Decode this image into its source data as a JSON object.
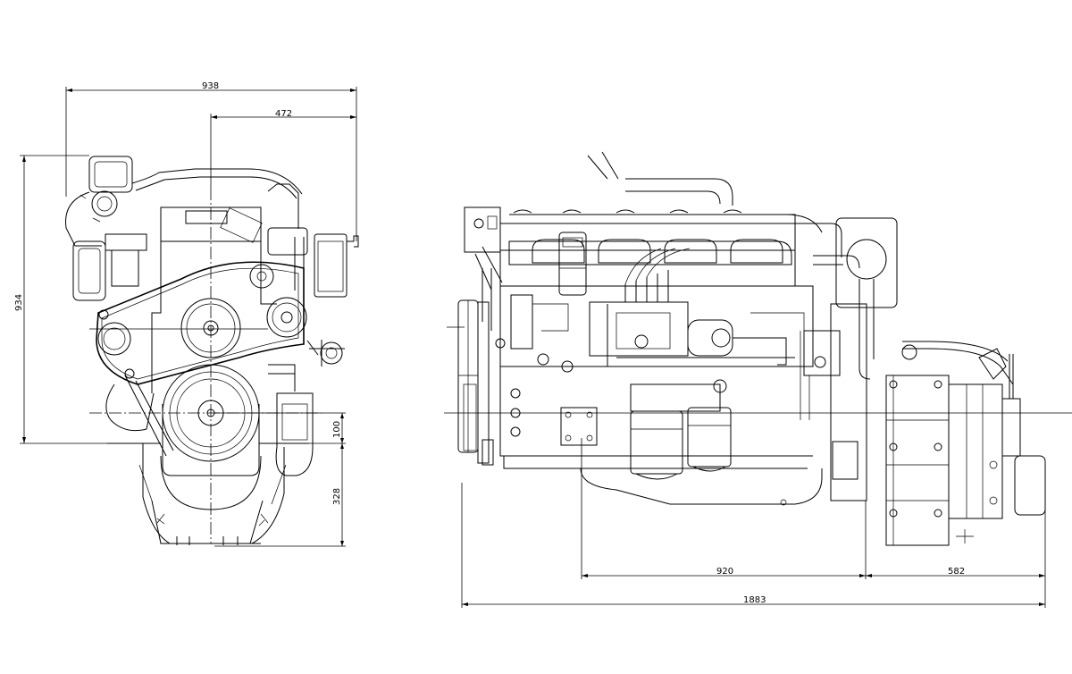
{
  "drawing": {
    "front_view": {
      "width_overall": "938",
      "width_to_center": "472",
      "height_overall": "934",
      "crank_offset": "100",
      "crank_to_base": "328"
    },
    "side_view": {
      "length_overall": "1883",
      "length_to_flywheel": "920",
      "flywheel_length": "582"
    },
    "colors": {
      "line": "#000000",
      "background": "#ffffff"
    }
  }
}
